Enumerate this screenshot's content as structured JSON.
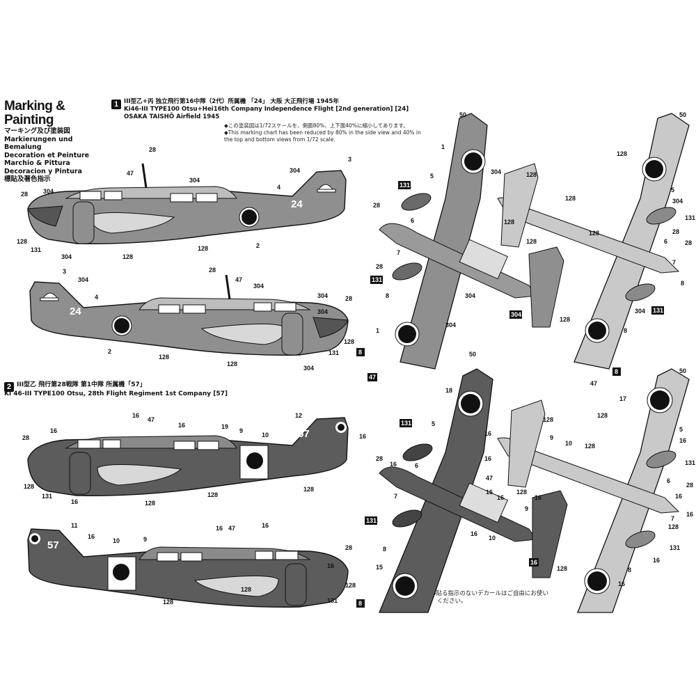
{
  "header": {
    "title": "Marking & Painting",
    "lines": [
      "マーキング及び塗装図",
      "Markierungen und Bemalung",
      "Decoration et Peinture",
      "Marchio & Pittura",
      "Decoracion y Pintura",
      "標貼及著色指示"
    ]
  },
  "scheme1": {
    "badge": "1",
    "line_jp": "III型乙+丙 独立飛行第16中隊（2代）所属機 「24」 大阪 大正飛行場 1945年",
    "line_en1": "Ki46-III TYPE100 Otsu+Hei16th Company Independence Flight [2nd generation] [24]",
    "line_en2": "OSAKA TAISHŌ Airfield 1945",
    "notes": [
      "◆この塗装図は1/72スケールを、側面80%、上下面40%に縮小してあります。",
      "◆This marking chart has been reduced by 80% in the side view and 40% in",
      "the top and bottom views from 1/72 scale."
    ],
    "tail_code": "24"
  },
  "scheme2": {
    "badge": "2",
    "line_jp": "III型乙 飛行第28戦隊 第1中隊 所属機「57」",
    "line_en1": "Ki 46-III TYPE100 Otsu, 28th Flight Regiment 1st Company [57]",
    "tail_code": "57"
  },
  "footer_note": [
    "◆貼る指示のないデカールはご自由にお使い",
    "ください。"
  ],
  "callouts": {
    "n1": "1",
    "n2": "2",
    "n3": "3",
    "n4": "4",
    "n5": "5",
    "n6": "6",
    "n7": "7",
    "n8": "8",
    "n9": "9",
    "n10": "10",
    "n11": "11",
    "n12": "12",
    "n15": "15",
    "n16": "16",
    "n17": "17",
    "n18": "18",
    "n19": "19",
    "n28": "28",
    "n47": "47",
    "n50": "50",
    "n128": "128",
    "n131": "131",
    "n304": "304"
  },
  "colors": {
    "paint1": "#8f8f8f",
    "paint2_dark": "#5c5c5c",
    "paint_light": "#c9c9c9",
    "hinomaru": "#111111",
    "ink": "#111111"
  }
}
